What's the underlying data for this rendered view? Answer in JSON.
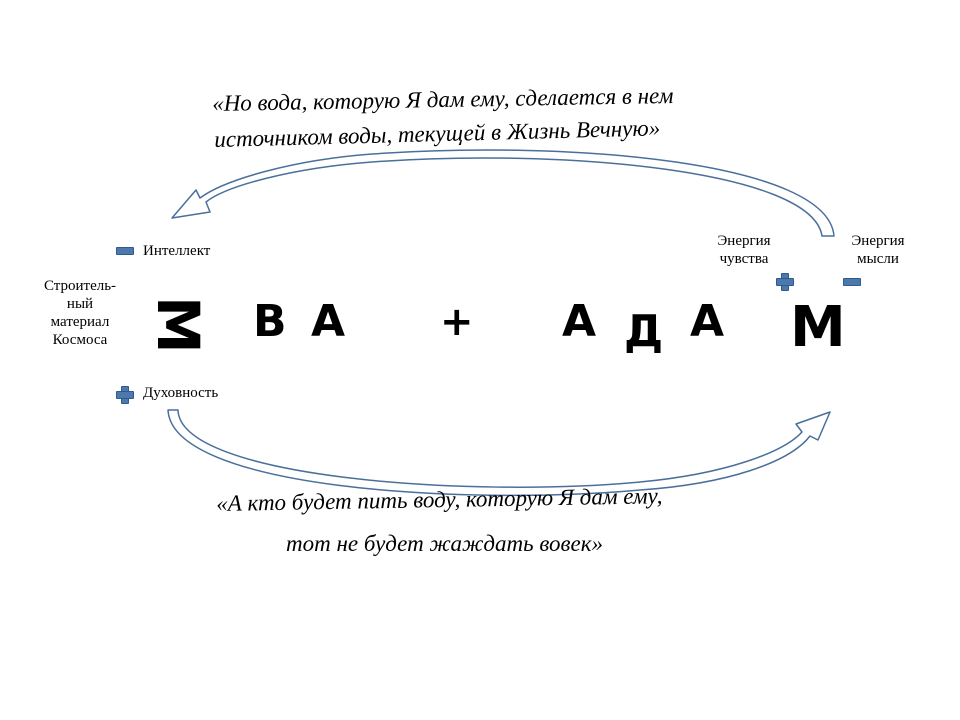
{
  "top_quote": {
    "line1": "«Но вода, которую Я дам ему, сделается в нем",
    "line2": "источником воды, текущей в Жизнь Вечную»"
  },
  "bottom_quote": {
    "line1": "«А кто будет пить воду, которую Я дам ему,",
    "line2": "тот не будет жаждать вовек»"
  },
  "left_side": {
    "intellect_label": "Интеллект",
    "spirituality_label": "Духовность",
    "material": [
      "Строитель-",
      "ный",
      "материал",
      "Космоса"
    ]
  },
  "right_side": {
    "feeling_energy": [
      "Энергия",
      "чувства"
    ],
    "thought_energy": [
      "Энергия",
      "мысли"
    ]
  },
  "equation": {
    "left_m": "M",
    "eva_v": "В",
    "eva_a": "А",
    "plus": "+",
    "adam_a1": "А",
    "adam_d": "Д",
    "adam_a2": "А",
    "right_m": "M"
  },
  "colors": {
    "sign_fill": "#4c78ad",
    "sign_border": "#2f5a8c",
    "arrow_stroke": "#4a6f9a"
  },
  "icons": {
    "intellect_sign": "minus-sign-icon",
    "spirituality_sign": "plus-sign-icon",
    "feeling_sign": "plus-sign-icon",
    "thought_sign": "minus-sign-icon"
  }
}
